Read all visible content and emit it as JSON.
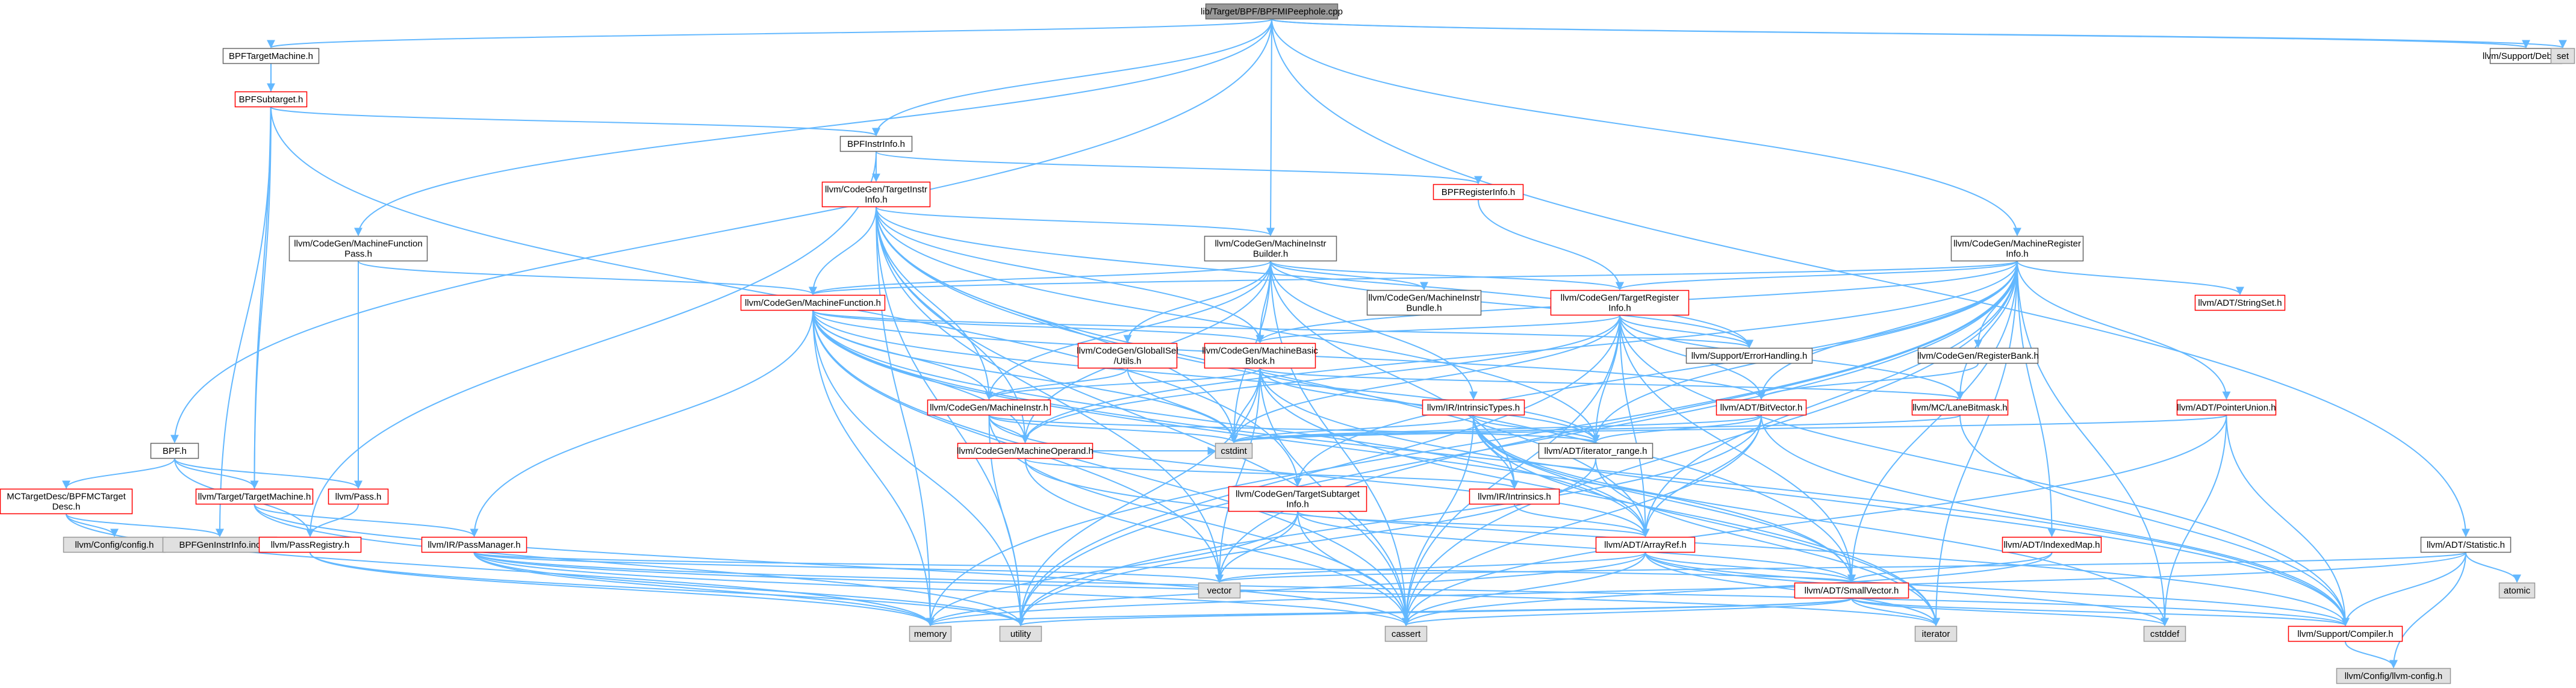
{
  "colors": {
    "edge": "#63b8ff",
    "node_border_plain": "#666666",
    "node_border_red": "#ff0000",
    "node_fill": "#ffffff",
    "node_fill_root": "#999999",
    "node_fill_system": "#e0e0e0",
    "node_border_system": "#999999"
  },
  "nodes": [
    {
      "id": "root",
      "label": [
        "lib/Target/BPF/BPFMIPeephole.cpp"
      ],
      "kind": "root"
    },
    {
      "id": "bpftm",
      "label": [
        "BPFTargetMachine.h"
      ],
      "kind": "plain"
    },
    {
      "id": "bpfsub",
      "label": [
        "BPFSubtarget.h"
      ],
      "kind": "red"
    },
    {
      "id": "bpfii",
      "label": [
        "BPFInstrInfo.h"
      ],
      "kind": "plain"
    },
    {
      "id": "bpfreg",
      "label": [
        "BPFRegisterInfo.h"
      ],
      "kind": "red"
    },
    {
      "id": "tii",
      "label": [
        "llvm/CodeGen/TargetInstr",
        "Info.h"
      ],
      "kind": "red"
    },
    {
      "id": "mfp",
      "label": [
        "llvm/CodeGen/MachineFunction",
        "Pass.h"
      ],
      "kind": "plain"
    },
    {
      "id": "mib",
      "label": [
        "llvm/CodeGen/MachineInstr",
        "Builder.h"
      ],
      "kind": "plain"
    },
    {
      "id": "mri",
      "label": [
        "llvm/CodeGen/MachineRegister",
        "Info.h"
      ],
      "kind": "plain"
    },
    {
      "id": "mf",
      "label": [
        "llvm/CodeGen/MachineFunction.h"
      ],
      "kind": "red"
    },
    {
      "id": "mibundle",
      "label": [
        "llvm/CodeGen/MachineInstr",
        "Bundle.h"
      ],
      "kind": "plain"
    },
    {
      "id": "tri",
      "label": [
        "llvm/CodeGen/TargetRegister",
        "Info.h"
      ],
      "kind": "red"
    },
    {
      "id": "strset",
      "label": [
        "llvm/ADT/StringSet.h"
      ],
      "kind": "red"
    },
    {
      "id": "gisel",
      "label": [
        "llvm/CodeGen/GlobalISel",
        "/Utils.h"
      ],
      "kind": "red"
    },
    {
      "id": "mbb",
      "label": [
        "llvm/CodeGen/MachineBasic",
        "Block.h"
      ],
      "kind": "red"
    },
    {
      "id": "errh",
      "label": [
        "llvm/Support/ErrorHandling.h"
      ],
      "kind": "plain"
    },
    {
      "id": "regbank",
      "label": [
        "llvm/CodeGen/RegisterBank.h"
      ],
      "kind": "plain"
    },
    {
      "id": "mi",
      "label": [
        "llvm/CodeGen/MachineInstr.h"
      ],
      "kind": "red"
    },
    {
      "id": "intrt",
      "label": [
        "llvm/IR/IntrinsicTypes.h"
      ],
      "kind": "red"
    },
    {
      "id": "bitv",
      "label": [
        "llvm/ADT/BitVector.h"
      ],
      "kind": "red"
    },
    {
      "id": "lanebm",
      "label": [
        "llvm/MC/LaneBitmask.h"
      ],
      "kind": "red"
    },
    {
      "id": "ptru",
      "label": [
        "llvm/ADT/PointerUnion.h"
      ],
      "kind": "red"
    },
    {
      "id": "cstdint",
      "label": [
        "cstdint"
      ],
      "kind": "system"
    },
    {
      "id": "iterr",
      "label": [
        "llvm/ADT/iterator_range.h"
      ],
      "kind": "plain"
    },
    {
      "id": "mop",
      "label": [
        "llvm/CodeGen/MachineOperand.h"
      ],
      "kind": "red"
    },
    {
      "id": "bpfh",
      "label": [
        "BPF.h"
      ],
      "kind": "plain"
    },
    {
      "id": "mctd",
      "label": [
        "MCTargetDesc/BPFMCTarget",
        "Desc.h"
      ],
      "kind": "red"
    },
    {
      "id": "tm",
      "label": [
        "llvm/Target/TargetMachine.h"
      ],
      "kind": "red"
    },
    {
      "id": "pass",
      "label": [
        "llvm/Pass.h"
      ],
      "kind": "red"
    },
    {
      "id": "tsi",
      "label": [
        "llvm/CodeGen/TargetSubtarget",
        "Info.h"
      ],
      "kind": "red"
    },
    {
      "id": "intrin",
      "label": [
        "llvm/IR/Intrinsics.h"
      ],
      "kind": "red"
    },
    {
      "id": "cfgh",
      "label": [
        "llvm/Config/config.h"
      ],
      "kind": "system"
    },
    {
      "id": "genii",
      "label": [
        "BPFGenInstrInfo.inc"
      ],
      "kind": "system"
    },
    {
      "id": "passreg",
      "label": [
        "llvm/PassRegistry.h"
      ],
      "kind": "red"
    },
    {
      "id": "passmgr",
      "label": [
        "llvm/IR/PassManager.h"
      ],
      "kind": "red"
    },
    {
      "id": "arrref",
      "label": [
        "llvm/ADT/ArrayRef.h"
      ],
      "kind": "red"
    },
    {
      "id": "idxmap",
      "label": [
        "llvm/ADT/IndexedMap.h"
      ],
      "kind": "red"
    },
    {
      "id": "vector",
      "label": [
        "vector"
      ],
      "kind": "system"
    },
    {
      "id": "smallv",
      "label": [
        "llvm/ADT/SmallVector.h"
      ],
      "kind": "red"
    },
    {
      "id": "memory",
      "label": [
        "memory"
      ],
      "kind": "system"
    },
    {
      "id": "utility",
      "label": [
        "utility"
      ],
      "kind": "system"
    },
    {
      "id": "cassert",
      "label": [
        "cassert"
      ],
      "kind": "system"
    },
    {
      "id": "iterator",
      "label": [
        "iterator"
      ],
      "kind": "system"
    },
    {
      "id": "cstddef",
      "label": [
        "cstddef"
      ],
      "kind": "system"
    },
    {
      "id": "compiler",
      "label": [
        "llvm/Support/Compiler.h"
      ],
      "kind": "red"
    },
    {
      "id": "llvmcfg",
      "label": [
        "llvm/Config/llvm-config.h"
      ],
      "kind": "system"
    },
    {
      "id": "debug",
      "label": [
        "llvm/Support/Debug.h"
      ],
      "kind": "plain"
    },
    {
      "id": "set",
      "label": [
        "set"
      ],
      "kind": "system"
    },
    {
      "id": "stat",
      "label": [
        "llvm/ADT/Statistic.h"
      ],
      "kind": "plain"
    },
    {
      "id": "atomic",
      "label": [
        "atomic"
      ],
      "kind": "system"
    }
  ],
  "edges": [
    [
      "root",
      "bpftm"
    ],
    [
      "root",
      "bpfii"
    ],
    [
      "root",
      "mfp"
    ],
    [
      "root",
      "mib"
    ],
    [
      "root",
      "mri"
    ],
    [
      "root",
      "debug"
    ],
    [
      "root",
      "set"
    ],
    [
      "root",
      "stat"
    ],
    [
      "root",
      "bpfh"
    ],
    [
      "bpftm",
      "bpfsub"
    ],
    [
      "bpftm",
      "tm"
    ],
    [
      "bpfsub",
      "bpfii"
    ],
    [
      "bpfsub",
      "tm"
    ],
    [
      "bpfsub",
      "tsi"
    ],
    [
      "bpfsub",
      "genii"
    ],
    [
      "bpfii",
      "bpfreg"
    ],
    [
      "bpfii",
      "tii"
    ],
    [
      "bpfii",
      "passreg"
    ],
    [
      "bpfreg",
      "tri"
    ],
    [
      "tii",
      "mf"
    ],
    [
      "tii",
      "mbb"
    ],
    [
      "tii",
      "mi"
    ],
    [
      "tii",
      "mop"
    ],
    [
      "tii",
      "mib"
    ],
    [
      "tii",
      "cstdint"
    ],
    [
      "tii",
      "errh"
    ],
    [
      "tii",
      "arrref"
    ],
    [
      "tii",
      "vector"
    ],
    [
      "tii",
      "memory"
    ],
    [
      "tii",
      "utility"
    ],
    [
      "tii",
      "cassert"
    ],
    [
      "tii",
      "iterr"
    ],
    [
      "tii",
      "smallv"
    ],
    [
      "mfp",
      "mf"
    ],
    [
      "mfp",
      "pass"
    ],
    [
      "mib",
      "mf"
    ],
    [
      "mib",
      "mibundle"
    ],
    [
      "mib",
      "tri"
    ],
    [
      "mib",
      "gisel"
    ],
    [
      "mib",
      "mbb"
    ],
    [
      "mib",
      "mi"
    ],
    [
      "mib",
      "mop"
    ],
    [
      "mib",
      "intrt"
    ],
    [
      "mib",
      "errh"
    ],
    [
      "mib",
      "cstdint"
    ],
    [
      "mib",
      "intrin"
    ],
    [
      "mib",
      "cassert"
    ],
    [
      "mri",
      "strset"
    ],
    [
      "mri",
      "tri"
    ],
    [
      "mri",
      "regbank"
    ],
    [
      "mri",
      "mf"
    ],
    [
      "mri",
      "bitv"
    ],
    [
      "mri",
      "lanebm"
    ],
    [
      "mri",
      "ptru"
    ],
    [
      "mri",
      "iterr"
    ],
    [
      "mri",
      "idxmap"
    ],
    [
      "mri",
      "arrref"
    ],
    [
      "mri",
      "smallv"
    ],
    [
      "mri",
      "mbb"
    ],
    [
      "mri",
      "mop"
    ],
    [
      "mri",
      "memory"
    ],
    [
      "mri",
      "utility"
    ],
    [
      "mri",
      "cassert"
    ],
    [
      "mri",
      "iterator"
    ],
    [
      "mri",
      "cstddef"
    ],
    [
      "mri",
      "vector"
    ],
    [
      "mri",
      "tsi"
    ],
    [
      "mf",
      "mbb"
    ],
    [
      "mf",
      "mi"
    ],
    [
      "mf",
      "mop"
    ],
    [
      "mf",
      "bitv"
    ],
    [
      "mf",
      "arrref"
    ],
    [
      "mf",
      "smallv"
    ],
    [
      "mf",
      "compiler"
    ],
    [
      "mf",
      "cassert"
    ],
    [
      "mf",
      "cstdint"
    ],
    [
      "mf",
      "memory"
    ],
    [
      "mf",
      "utility"
    ],
    [
      "mf",
      "vector"
    ],
    [
      "mf",
      "iterr"
    ],
    [
      "mf",
      "errh"
    ],
    [
      "mf",
      "passmgr"
    ],
    [
      "tri",
      "mbb"
    ],
    [
      "tri",
      "lanebm"
    ],
    [
      "tri",
      "bitv"
    ],
    [
      "tri",
      "arrref"
    ],
    [
      "tri",
      "smallv"
    ],
    [
      "tri",
      "iterr"
    ],
    [
      "tri",
      "errh"
    ],
    [
      "tri",
      "cstdint"
    ],
    [
      "tri",
      "utility"
    ],
    [
      "tri",
      "cassert"
    ],
    [
      "tri",
      "compiler"
    ],
    [
      "tri",
      "mop"
    ],
    [
      "gisel",
      "cstdint"
    ],
    [
      "gisel",
      "mi"
    ],
    [
      "mbb",
      "mi"
    ],
    [
      "mbb",
      "iterr"
    ],
    [
      "mbb",
      "cstdint"
    ],
    [
      "mbb",
      "lanebm"
    ],
    [
      "mbb",
      "cassert"
    ],
    [
      "mbb",
      "vector"
    ],
    [
      "mbb",
      "utility"
    ],
    [
      "mbb",
      "iterator"
    ],
    [
      "mbb",
      "compiler"
    ],
    [
      "regbank",
      "bitv"
    ],
    [
      "mi",
      "mop"
    ],
    [
      "mi",
      "iterr"
    ],
    [
      "mi",
      "arrref"
    ],
    [
      "mi",
      "cassert"
    ],
    [
      "mi",
      "cstdint"
    ],
    [
      "mi",
      "utility"
    ],
    [
      "intrt",
      "cstdint"
    ],
    [
      "intrt",
      "iterr"
    ],
    [
      "intrt",
      "intrin"
    ],
    [
      "intrt",
      "arrref"
    ],
    [
      "intrt",
      "smallv"
    ],
    [
      "intrt",
      "cassert"
    ],
    [
      "intrt",
      "iterator"
    ],
    [
      "intrt",
      "cstddef"
    ],
    [
      "bitv",
      "arrref"
    ],
    [
      "bitv",
      "iterr"
    ],
    [
      "bitv",
      "cstdint"
    ],
    [
      "bitv",
      "cassert"
    ],
    [
      "bitv",
      "utility"
    ],
    [
      "bitv",
      "compiler"
    ],
    [
      "lanebm",
      "compiler"
    ],
    [
      "lanebm",
      "cstdint"
    ],
    [
      "ptru",
      "compiler"
    ],
    [
      "ptru",
      "cassert"
    ],
    [
      "ptru",
      "cstddef"
    ],
    [
      "ptru",
      "cstdint"
    ],
    [
      "iterr",
      "utility"
    ],
    [
      "iterr",
      "iterator"
    ],
    [
      "mop",
      "intrin"
    ],
    [
      "mop",
      "cassert"
    ],
    [
      "mop",
      "cstdint"
    ],
    [
      "mop",
      "compiler"
    ],
    [
      "bpfh",
      "mctd"
    ],
    [
      "bpfh",
      "tm"
    ],
    [
      "bpfh",
      "pass"
    ],
    [
      "bpfh",
      "passreg"
    ],
    [
      "mctd",
      "cfgh"
    ],
    [
      "mctd",
      "memory"
    ],
    [
      "mctd",
      "genii"
    ],
    [
      "tm",
      "passmgr"
    ],
    [
      "tm",
      "utility"
    ],
    [
      "tm",
      "cassert"
    ],
    [
      "pass",
      "passreg"
    ],
    [
      "tsi",
      "arrref"
    ],
    [
      "tsi",
      "smallv"
    ],
    [
      "tsi",
      "vector"
    ],
    [
      "tsi",
      "memory"
    ],
    [
      "tsi",
      "cassert"
    ],
    [
      "intrin",
      "arrref"
    ],
    [
      "passreg",
      "memory"
    ],
    [
      "passreg",
      "utility"
    ],
    [
      "passmgr",
      "smallv"
    ],
    [
      "passmgr",
      "vector"
    ],
    [
      "passmgr",
      "memory"
    ],
    [
      "passmgr",
      "utility"
    ],
    [
      "passmgr",
      "cassert"
    ],
    [
      "passmgr",
      "iterator"
    ],
    [
      "passmgr",
      "compiler"
    ],
    [
      "arrref",
      "smallv"
    ],
    [
      "arrref",
      "compiler"
    ],
    [
      "arrref",
      "cassert"
    ],
    [
      "arrref",
      "cstddef"
    ],
    [
      "arrref",
      "iterator"
    ],
    [
      "arrref",
      "memory"
    ],
    [
      "arrref",
      "vector"
    ],
    [
      "idxmap",
      "smallv"
    ],
    [
      "idxmap",
      "cassert"
    ],
    [
      "smallv",
      "compiler"
    ],
    [
      "smallv",
      "cassert"
    ],
    [
      "smallv",
      "cstddef"
    ],
    [
      "smallv",
      "iterator"
    ],
    [
      "smallv",
      "memory"
    ],
    [
      "smallv",
      "utility"
    ],
    [
      "compiler",
      "llvmcfg"
    ],
    [
      "stat",
      "compiler"
    ],
    [
      "stat",
      "llvmcfg"
    ],
    [
      "stat",
      "atomic"
    ],
    [
      "stat",
      "memory"
    ],
    [
      "stat",
      "vector"
    ]
  ]
}
